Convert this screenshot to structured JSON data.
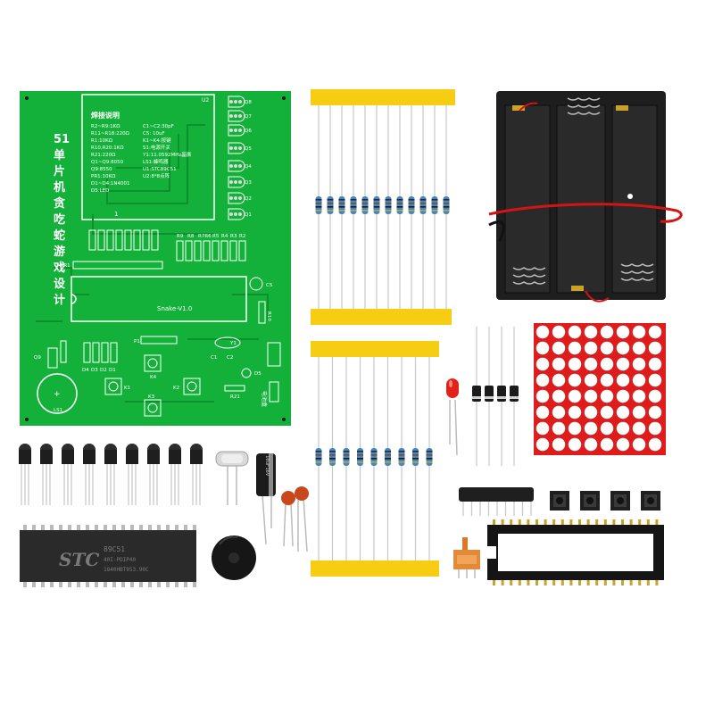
{
  "pcb": {
    "title_vertical": [
      "51",
      "单",
      "片",
      "机",
      "贪",
      "吃",
      "蛇",
      "游",
      "戏",
      "设",
      "计"
    ],
    "board_name": "Snake-V1.0",
    "weld_title": "焊接说明",
    "weld_left": [
      "R2~R9:1KΩ",
      "R11~R18:220Ω",
      "R1:10KΩ",
      "R10,R20:1KΩ",
      "R21:220Ω",
      "Q1~Q9:8050",
      "Q9:8550",
      "PR1:10KΩ",
      "D1~D4:1N4001",
      "D5:LED"
    ],
    "weld_right": [
      "C1~C2:30pF",
      "C5:  10uF",
      "K1~K4:按键",
      "S1:电源开关",
      "Y1:11.0592MHz晶振",
      "LS1:蜂鸣器",
      "U1:STC89C51",
      "U2:8*8点阵"
    ],
    "u2_label": "U2",
    "pin1_label": "1",
    "q_labels": [
      "Q8",
      "Q7",
      "Q6",
      "Q5",
      "Q4",
      "Q3",
      "Q2",
      "Q1"
    ],
    "r_row_labels": [
      "R9",
      "R8",
      "R7R6",
      "R5",
      "R4",
      "R3",
      "R2"
    ],
    "pr1_label": "PR1",
    "c5_label": "C5",
    "r10_label": "R10",
    "q9_label": "Q9",
    "p1_label": "P1",
    "y1_label": "Y1",
    "c_labels": [
      "C1",
      "C2"
    ],
    "d_labels": [
      "D4",
      "D3",
      "D2",
      "D1"
    ],
    "k_labels": [
      "K4",
      "K1",
      "K2",
      "K3"
    ],
    "r21_label": "R21",
    "d5_label": "D5",
    "ls1_label": "LS1",
    "power_label": "电池盒",
    "buzzer_plus": "+"
  },
  "ic": {
    "brand": "STC",
    "line1": "89C51",
    "line2": "40I-PDIP40",
    "line3": "1840HBT953.90C"
  },
  "capacitor": {
    "text": "10uF16V"
  },
  "colors": {
    "pcb_green": "#13b13a",
    "pcb_dark": "#0e9a31",
    "silk": "#ffffff",
    "tape_yellow": "#f7cd12",
    "resistor_blue": "#3f87c8",
    "led_red": "#e2231a",
    "matrix_led": "#ffffff",
    "matrix_bg": "#df1c1c",
    "black_plastic": "#1b1b1b",
    "wire_red": "#d41414"
  },
  "components": {
    "resistor_strip_top_count": 12,
    "resistor_strip_bottom_count": 9,
    "transistor_count": 9,
    "diode_count": 4,
    "tact_switch_count": 4,
    "matrix_rows": 8,
    "matrix_cols": 8,
    "battery_cells": 3
  }
}
